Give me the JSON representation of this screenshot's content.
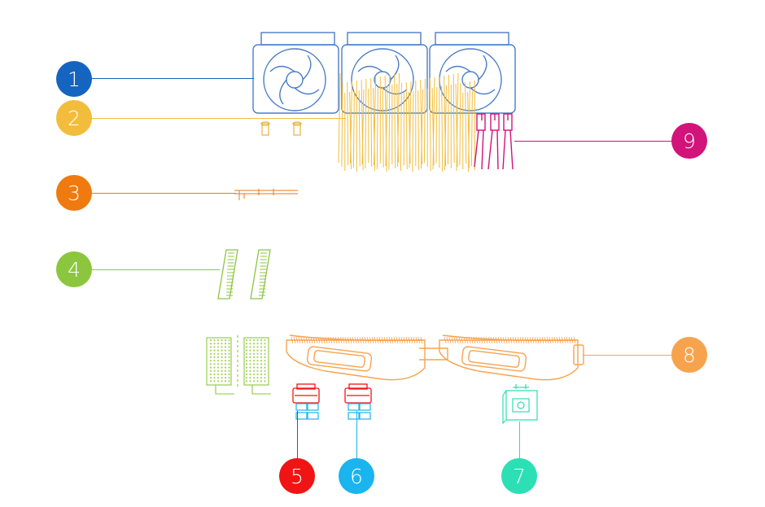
{
  "callouts": [
    {
      "num": "1",
      "color": "#1565c0"
    },
    {
      "num": "2",
      "color": "#f2bd3c"
    },
    {
      "num": "3",
      "color": "#ef7a10"
    },
    {
      "num": "4",
      "color": "#8cc63f"
    },
    {
      "num": "5",
      "color": "#f01414"
    },
    {
      "num": "6",
      "color": "#1ab4ef"
    },
    {
      "num": "7",
      "color": "#2ddfb4"
    },
    {
      "num": "8",
      "color": "#f7a34e"
    },
    {
      "num": "9",
      "color": "#d1137a"
    }
  ],
  "parts": {
    "fans": {
      "icon": "cooling-fan-icon",
      "color": "#4a7ec8"
    },
    "cables": {
      "icon": "wire-bundle-icon",
      "color": "#f2bd3c"
    },
    "bracket": {
      "icon": "thin-bracket-icon",
      "color": "#ef7a10"
    },
    "board_connectors": {
      "icon": "edge-connector-icon",
      "color": "#8cc63f"
    },
    "chassis": {
      "icon": "chassis-housing-icon",
      "color": "#f7a34e"
    },
    "power_cables": {
      "icon": "power-cable-icon",
      "color": "#d1137a"
    },
    "connector_red": {
      "icon": "socket-icon",
      "color": "#f01414"
    },
    "connector_cyan": {
      "icon": "socket-icon",
      "color": "#1ab4ef"
    },
    "module": {
      "icon": "module-board-icon",
      "color": "#2ddfb4"
    }
  }
}
